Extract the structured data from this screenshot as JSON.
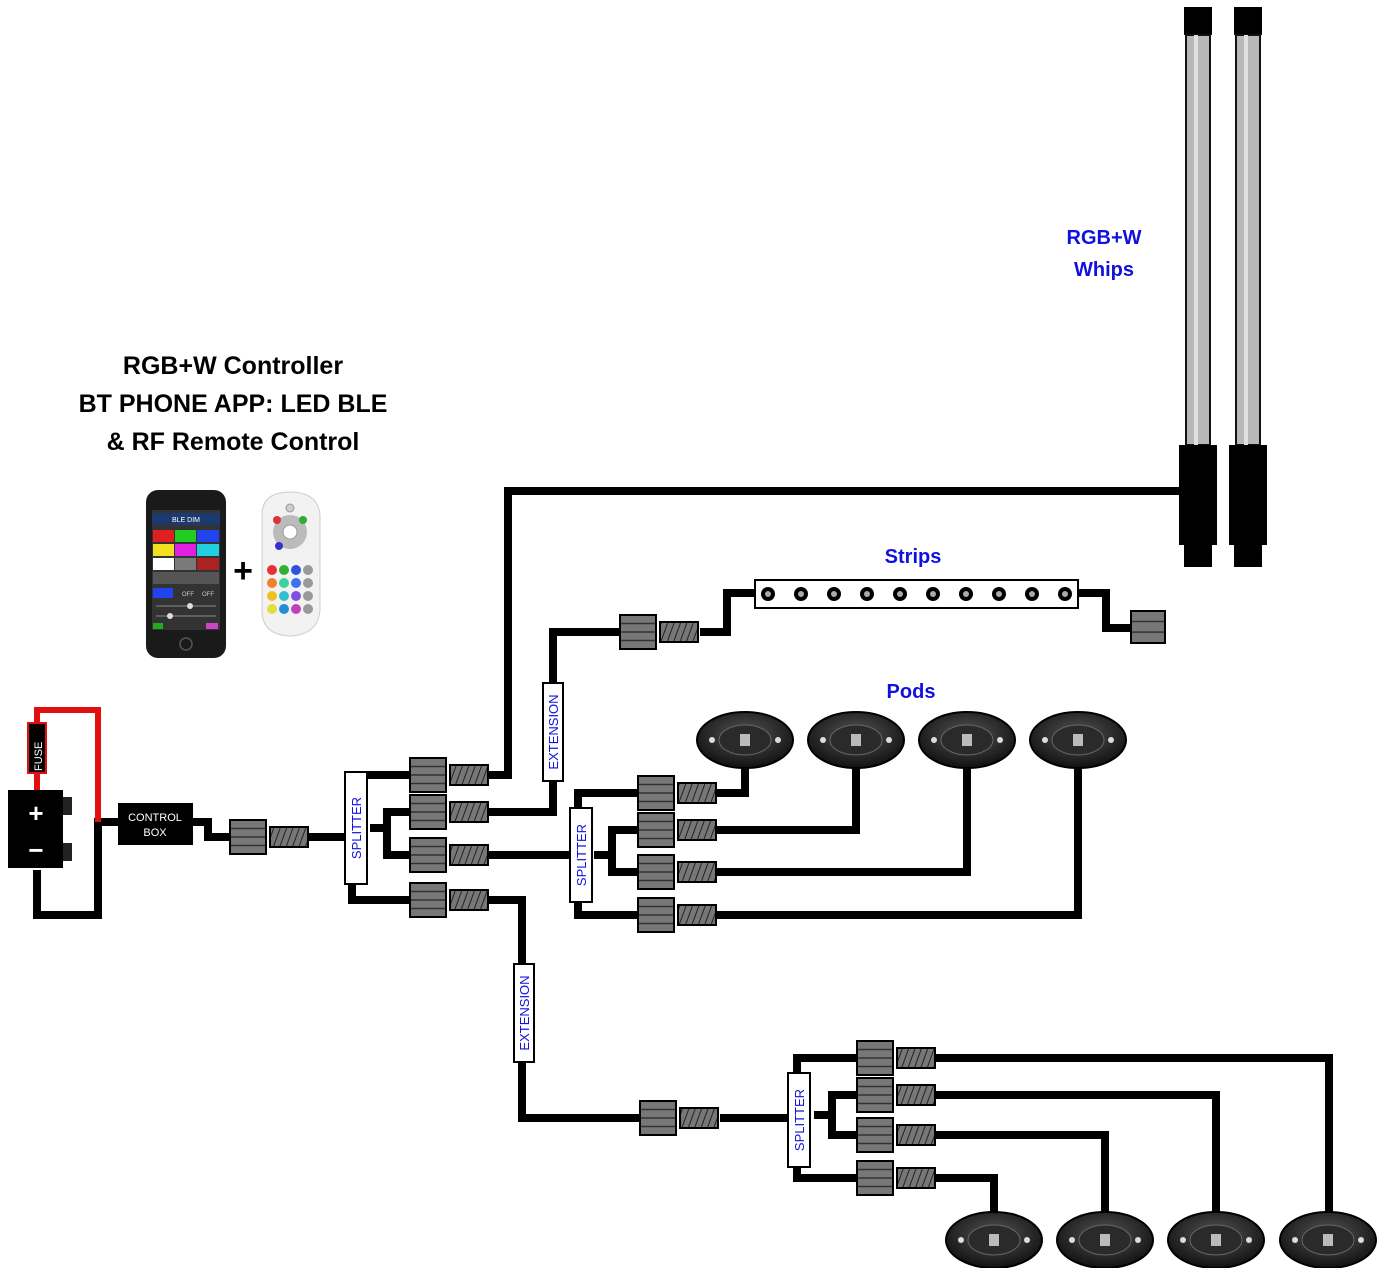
{
  "controller": {
    "line1": "RGB+W Controller",
    "line2": "BT PHONE APP: LED BLE",
    "line3": "& RF Remote Control",
    "plus_sign": "+"
  },
  "phone": {
    "app_header": "BLE DIM",
    "btn_off1": "OFF",
    "btn_off2": "OFF"
  },
  "whips": {
    "line1": "RGB+W",
    "line2": "Whips"
  },
  "strips_label": "Strips",
  "pods_label": "Pods",
  "battery": {
    "plus": "+",
    "minus": "−"
  },
  "fuse_label": "FUSE",
  "control_box": {
    "line1": "CONTROL",
    "line2": "BOX"
  },
  "splitter_label": "SPLITTER",
  "extension_label": "EXTENSION",
  "colors": {
    "wire": "#000000",
    "positive_wire": "#e01010",
    "connector": "#777777",
    "label_blue": "#1010e0",
    "whip_body": "#b8b8b8"
  }
}
